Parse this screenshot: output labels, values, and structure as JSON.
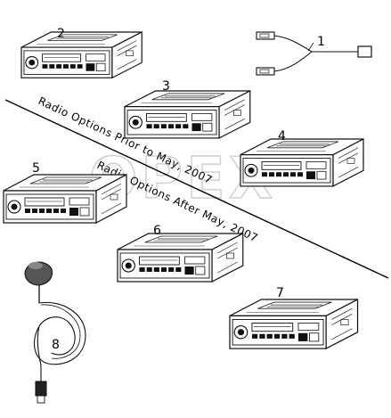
{
  "watermark": "OPEX",
  "divider_labels": {
    "upper": "Radio Options Prior to May, 2007",
    "lower": "Radio Options After May, 2007"
  },
  "callouts": [
    {
      "id": "1",
      "label": "1",
      "part": "wiring-harness"
    },
    {
      "id": "2",
      "label": "2",
      "part": "radio-unit"
    },
    {
      "id": "3",
      "label": "3",
      "part": "radio-unit"
    },
    {
      "id": "4",
      "label": "4",
      "part": "radio-unit"
    },
    {
      "id": "5",
      "label": "5",
      "part": "radio-unit"
    },
    {
      "id": "6",
      "label": "6",
      "part": "radio-unit"
    },
    {
      "id": "7",
      "label": "7",
      "part": "radio-unit"
    },
    {
      "id": "8",
      "label": "8",
      "part": "antenna-with-cable"
    }
  ]
}
